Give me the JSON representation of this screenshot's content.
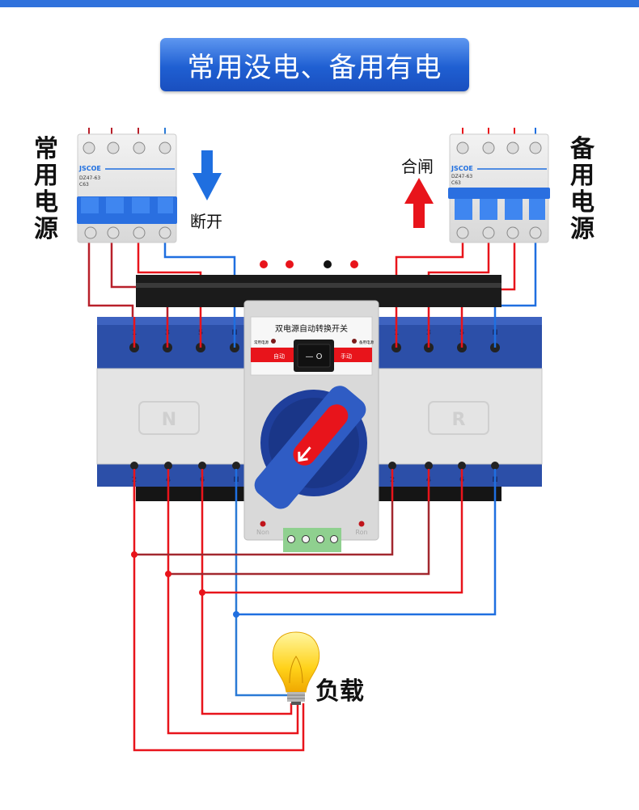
{
  "title": "常用没电、备用有电",
  "left_source": {
    "label_chars": [
      "常",
      "用",
      "电",
      "源"
    ],
    "breaker": {
      "brand": "JSCOE",
      "model": "DZ47-63",
      "rating": "C63"
    },
    "state_label": "断开",
    "state_arrow": "down",
    "arrow_color": "#1f6fe0"
  },
  "right_source": {
    "label_chars": [
      "备",
      "用",
      "电",
      "源"
    ],
    "breaker": {
      "brand": "JSCOE",
      "model": "DZ47-63",
      "rating": "C63"
    },
    "state_label": "合闸",
    "state_arrow": "up",
    "arrow_color": "#e8141b"
  },
  "indicator_dots": [
    "red",
    "red",
    "black",
    "red"
  ],
  "ats": {
    "panel_title": "双电源自动转换开关",
    "left_indicator_label": "常用电源",
    "right_indicator_label": "备用电源",
    "auto_label": "自动",
    "manual_label": "手动",
    "switch_symbols": "— O",
    "left_module_letter": "N",
    "right_module_letter": "R",
    "left_lamp_label": "Non",
    "right_lamp_label": "Ron",
    "left_top_terminals": [
      "1",
      "3",
      "5",
      "N"
    ],
    "left_bottom_terminals": [
      "2",
      "4",
      "6",
      "N"
    ],
    "right_top_terminals": [
      "1",
      "3",
      "5",
      "N"
    ],
    "right_bottom_terminals": [
      "2",
      "4",
      "6",
      "N"
    ],
    "handle_arrow": "down-left"
  },
  "load": {
    "label": "负载",
    "icon": "light-bulb-icon"
  },
  "colors": {
    "phase_wire": "#e8141b",
    "neutral_wire": "#1f6fe0",
    "accent_bar": "#3072dc",
    "ats_body": "#2c4fa8"
  }
}
